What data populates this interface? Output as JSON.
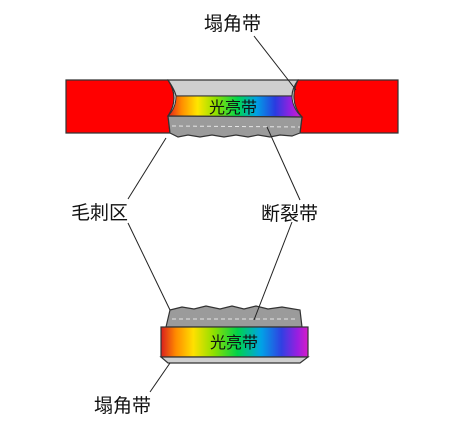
{
  "diagram": {
    "labels": {
      "rollover_top": "塌角带",
      "burr_zone": "毛刺区",
      "fracture_zone": "断裂带",
      "burnish_top": "光亮带",
      "burnish_bottom": "光亮带",
      "rollover_bottom": "塌角带"
    }
  }
}
